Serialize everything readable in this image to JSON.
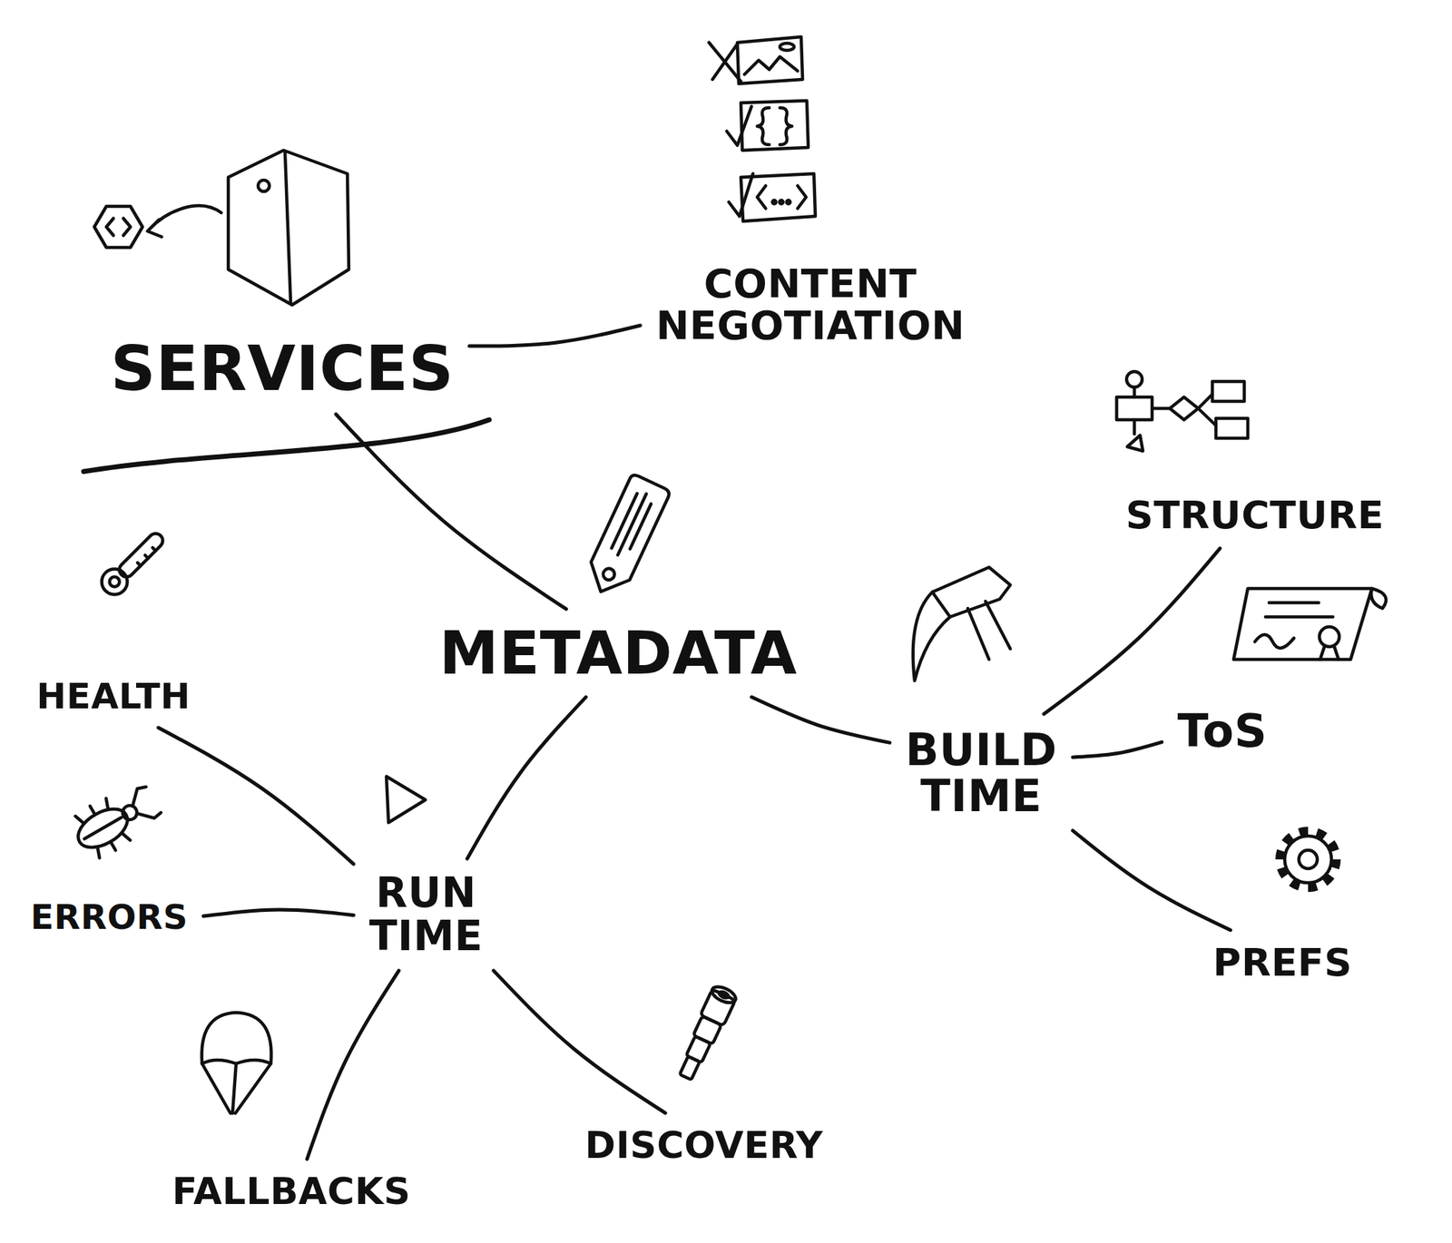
{
  "diagram": {
    "nodes": [
      {
        "text": [
          "SERVICES"
        ]
      },
      {
        "text": [
          "CONTENT NEGOTIATION"
        ]
      },
      {
        "text": [
          "STRUCTURE"
        ]
      },
      {
        "text": [
          "METADATA"
        ]
      },
      {
        "text": [
          "HEALTH"
        ]
      },
      {
        "text": [
          "ToS"
        ]
      },
      {
        "text": [
          "BUILD TIME"
        ]
      },
      {
        "text": [
          "RUN TIME"
        ]
      },
      {
        "text": [
          "ERRORS"
        ]
      },
      {
        "text": [
          "PREFS"
        ]
      },
      {
        "text": [
          "FALLBACKS"
        ]
      },
      {
        "text": [
          "DISCOVERY"
        ]
      }
    ],
    "edges": [
      {
        "from": 0,
        "to": 1,
        "arrow": "none"
      },
      {
        "from": 0,
        "to": 3,
        "arrow": "none"
      },
      {
        "from": 3,
        "to": 6,
        "arrow": "none"
      },
      {
        "from": 6,
        "to": 2,
        "arrow": "none"
      },
      {
        "from": 6,
        "to": 5,
        "arrow": "none"
      },
      {
        "from": 6,
        "to": 9,
        "arrow": "none"
      },
      {
        "from": 3,
        "to": 7,
        "arrow": "none"
      },
      {
        "from": 7,
        "to": 4,
        "arrow": "none"
      },
      {
        "from": 7,
        "to": 8,
        "arrow": "none"
      },
      {
        "from": 7,
        "to": 10,
        "arrow": "none"
      },
      {
        "from": 7,
        "to": 11,
        "arrow": "none"
      }
    ]
  }
}
